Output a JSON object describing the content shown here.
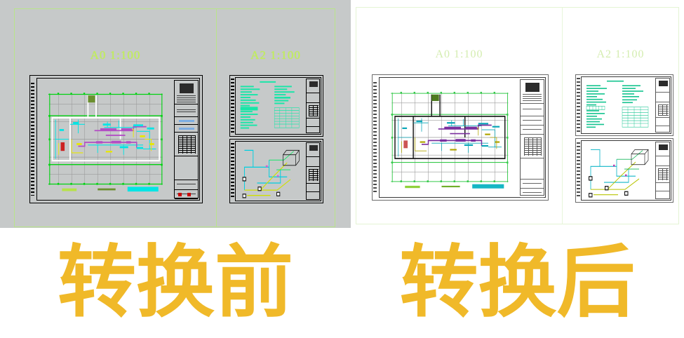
{
  "comparison": {
    "before": {
      "caption": "转换前",
      "background_color": "#c6c9c9",
      "frame_border_color": "#b9e58a",
      "label_color": "#c2ef5a",
      "sheets": [
        {
          "id": "a0",
          "title": "A0  1:100",
          "format": "A0",
          "scale": "1:100",
          "kind": "floor-plan"
        },
        {
          "id": "a2",
          "title": "A2  1:100",
          "format": "A2",
          "scale": "1:100",
          "kind": "notes-and-schematic"
        }
      ]
    },
    "after": {
      "caption": "转换后",
      "background_color": "#ffffff",
      "frame_border_color": "#e4f4d4",
      "label_color": "#d4edb0",
      "sheets": [
        {
          "id": "a0",
          "title": "A0  1:100",
          "format": "A0",
          "scale": "1:100",
          "kind": "floor-plan"
        },
        {
          "id": "a2",
          "title": "A2  1:100",
          "format": "A2",
          "scale": "1:100",
          "kind": "notes-and-schematic"
        }
      ]
    }
  },
  "caption_color": "#f0b929",
  "drawing_colors": {
    "grid_green": "#00d210",
    "grid_green_dark": "#1a8f20",
    "cyan": "#00e5e5",
    "cyan_dark": "#0aa0b4",
    "magenta": "#b34ec4",
    "magenta_dark": "#7a2f9e",
    "yellow": "#e8e800",
    "yellow_dark": "#b0a400",
    "white_line": "#ffffff",
    "black_line": "#000000",
    "red": "#cc0000"
  }
}
